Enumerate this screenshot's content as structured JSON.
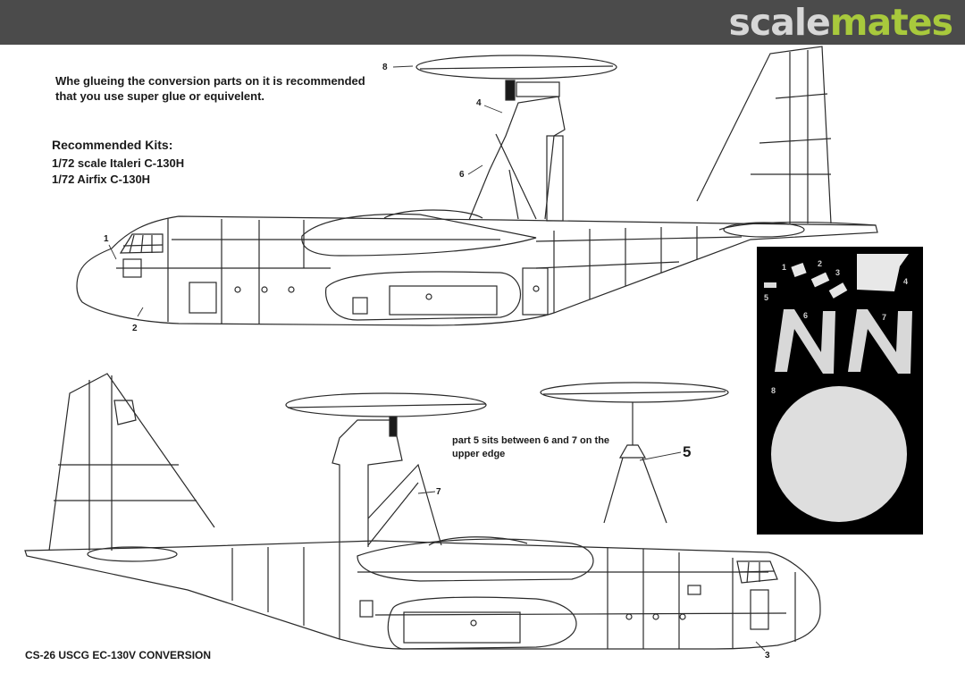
{
  "brand": {
    "part1": "scale",
    "part2": "mates"
  },
  "notes": {
    "glue": "Whe glueing the conversion parts on it is recommended that you use super glue or equivelent.",
    "kits_heading": "Recommended Kits:",
    "kit_1": "1/72 scale Italeri C-130H",
    "kit_2": "1/72 Airfix C-130H",
    "part5": "part 5 sits between 6 and 7 on the upper edge",
    "footer": "CS-26 USCG EC-130V CONVERSION"
  },
  "callouts": {
    "c1": "1",
    "c2": "2",
    "c3": "3",
    "c4": "4",
    "c5_big": "5",
    "c6": "6",
    "c7": "7",
    "c8": "8"
  },
  "photo_labels": [
    "1",
    "2",
    "3",
    "4",
    "5",
    "6",
    "7",
    "8"
  ],
  "colors": {
    "header": "#4b4b4b",
    "brand_light": "#d7d7d7",
    "brand_green": "#a8c93c"
  }
}
